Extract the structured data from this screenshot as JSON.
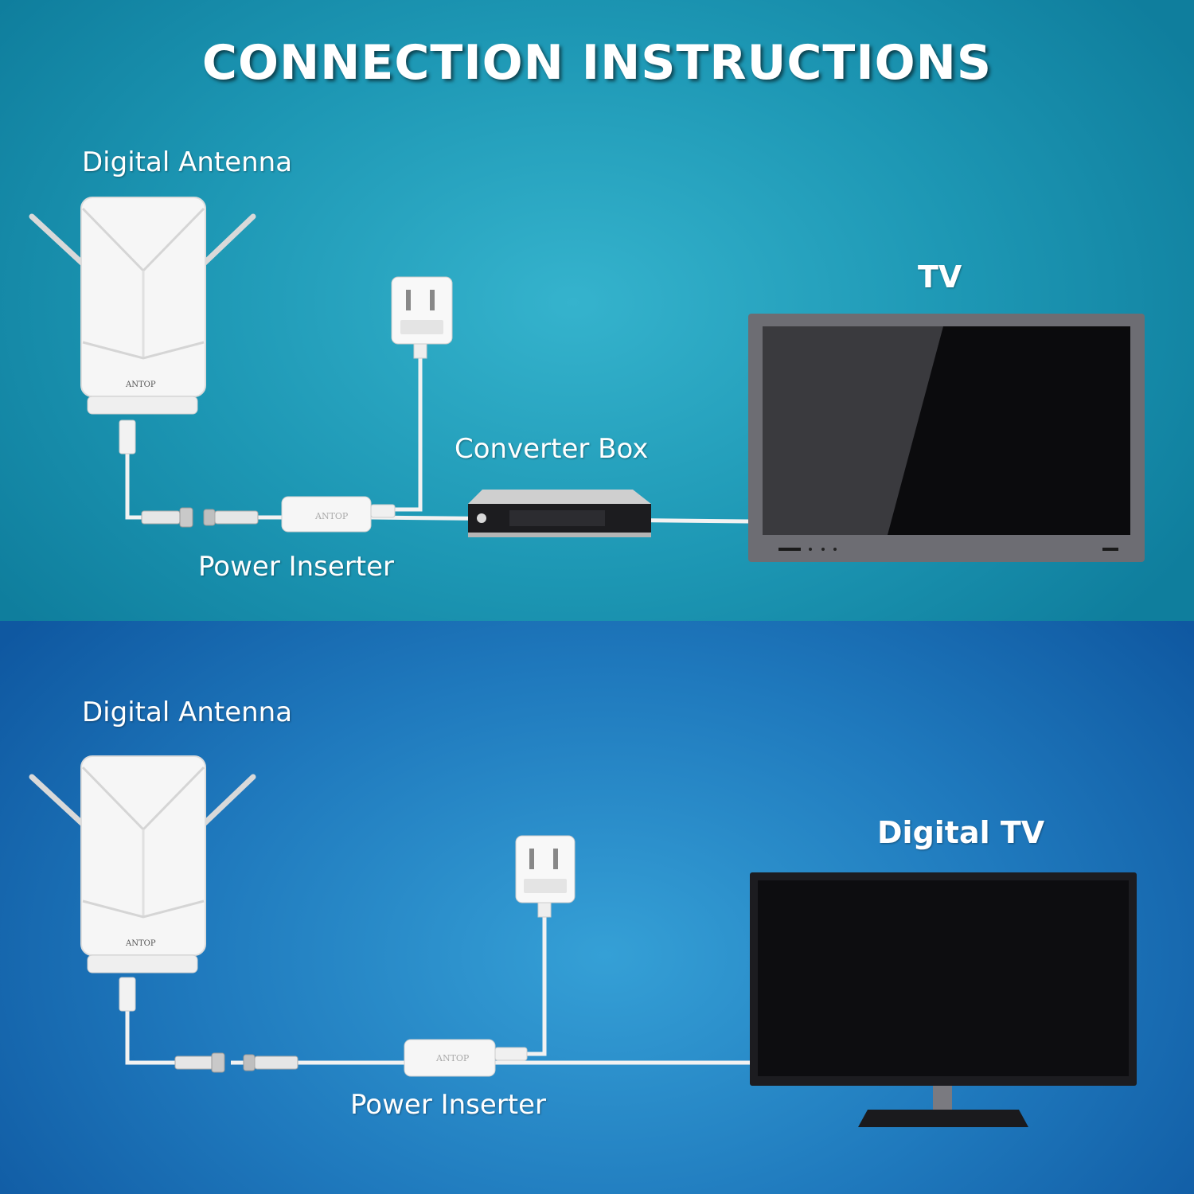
{
  "title": "CONNECTION INSTRUCTIONS",
  "colors": {
    "top_panel": "#1d97b4",
    "bottom_panel": "#1f79bd",
    "device_white": "#f4f4f4",
    "screen_black": "#0b0b0d"
  },
  "top_section": {
    "antenna_label": "Digital Antenna",
    "tv_label": "TV",
    "converter_label": "Converter Box",
    "inserter_label": "Power Inserter",
    "brand": "ANTOP"
  },
  "bottom_section": {
    "antenna_label": "Digital Antenna",
    "tv_label": "Digital TV",
    "inserter_label": "Power Inserter",
    "brand": "ANTOP"
  },
  "icons": [
    "antenna-icon",
    "power-adapter-icon",
    "power-inserter-icon",
    "converter-box-icon",
    "tv-icon"
  ]
}
